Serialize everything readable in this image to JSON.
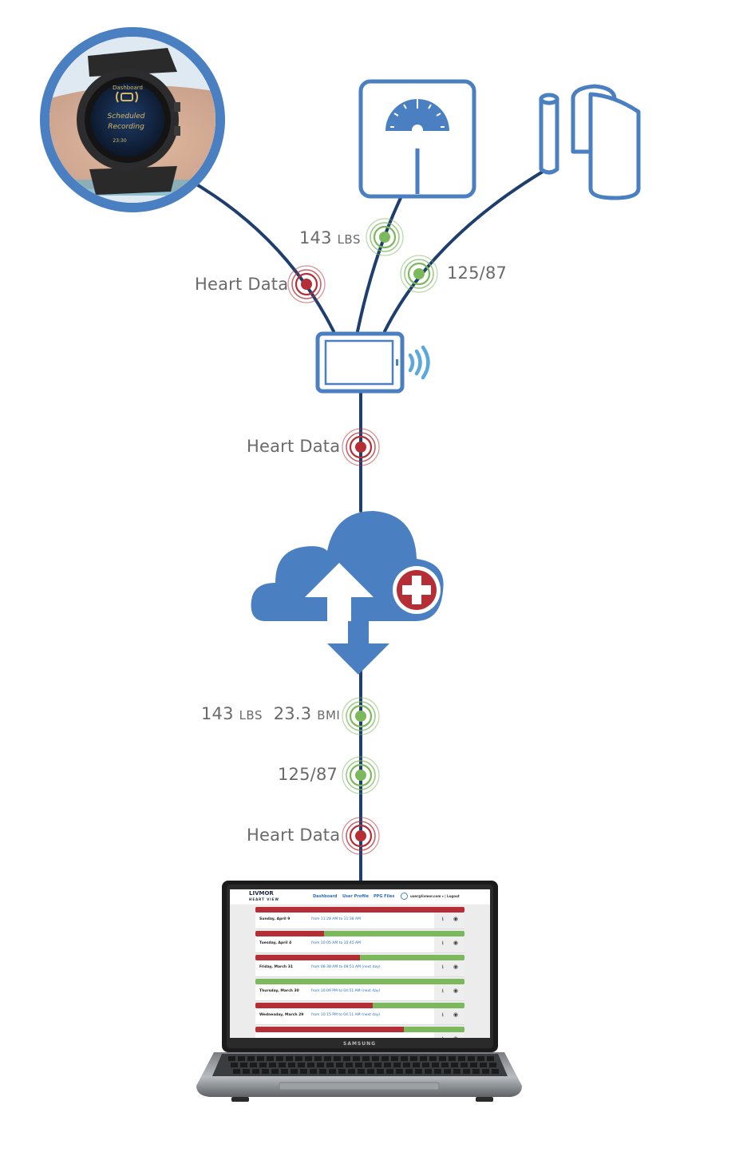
{
  "colors": {
    "brand_blue": "#4a7fc1",
    "line_navy": "#1e3f6e",
    "heart_red": "#b52e35",
    "data_green": "#7cb85c",
    "label_gray": "#6a6a6a",
    "wifi_blue": "#5aa8dc"
  },
  "devices": {
    "watch": {
      "icon": "smartwatch-photo-icon",
      "screen_title": "Dashboard",
      "screen_status": "Scheduled Recording",
      "screen_time": "23:30"
    },
    "scale": {
      "icon": "bathroom-scale-icon"
    },
    "bp_cuff": {
      "icon": "blood-pressure-cuff-icon"
    },
    "tablet": {
      "icon": "tablet-hub-icon",
      "signal_icon": "wireless-signal-icon"
    },
    "cloud": {
      "icon": "cloud-sync-icon",
      "badge_icon": "medical-cross-icon"
    },
    "laptop": {
      "icon": "laptop-icon",
      "brand": "SAMSUNG"
    }
  },
  "upstream_labels": {
    "weight_value": "143",
    "weight_unit": "LBS",
    "bp": "125/87",
    "heart": "Heart Data"
  },
  "middle_label": {
    "heart": "Heart Data"
  },
  "downstream_labels": {
    "weight_value": "143",
    "weight_unit": "LBS",
    "bmi_value": "23.3",
    "bmi_unit": "BMI",
    "bp": "125/87",
    "heart": "Heart Data"
  },
  "dashboard": {
    "logo_main": "LIVMOR",
    "logo_sub": "HEART VIEW",
    "nav": [
      "Dashboard",
      "User Profile",
      "PPG Files"
    ],
    "user": "user@livmor.com ▾ | Logout",
    "records": [
      {
        "date": "Sunday, April 9",
        "time": "from 11:28 AM to 11:38 AM",
        "red_fraction": 1.0
      },
      {
        "date": "Tuesday, April 4",
        "time": "from 10:05 AM to 10:45 AM",
        "red_fraction": 0.33
      },
      {
        "date": "Friday, March 31",
        "time": "from 08:38 AM to 08:51 AM (next day)",
        "red_fraction": 0.5
      },
      {
        "date": "Thursday, March 30",
        "time": "from 10:09 PM to 04:51 AM (next day)",
        "red_fraction": 0.0
      },
      {
        "date": "Wednesday, March 29",
        "time": "from 10:15 PM to 04:11 AM (next day)",
        "red_fraction": 0.56
      },
      {
        "date": "",
        "time": "",
        "red_fraction": 0.71
      }
    ]
  }
}
